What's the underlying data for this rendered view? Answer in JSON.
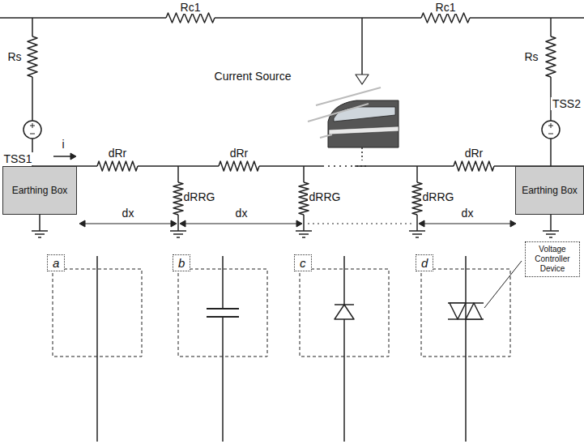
{
  "diagram": {
    "nodes": [
      {
        "text": [
          "Earthing Box"
        ]
      },
      {
        "text": [
          "Earthing Box"
        ]
      },
      {
        "text": [
          "a"
        ]
      },
      {
        "text": [
          "b"
        ]
      },
      {
        "text": [
          "c"
        ]
      },
      {
        "text": [
          "d"
        ]
      },
      {
        "text": [
          "Voltage Controller Device"
        ]
      }
    ],
    "labels": [
      "Rc1",
      "Rc1",
      "Rs",
      "Rs",
      "Current Source",
      "TSS1",
      "TSS2",
      "i",
      "dRr",
      "dRr",
      "dRr",
      "dRRG",
      "dRRG",
      "dRRG",
      "dx",
      "dx",
      "dx"
    ]
  }
}
